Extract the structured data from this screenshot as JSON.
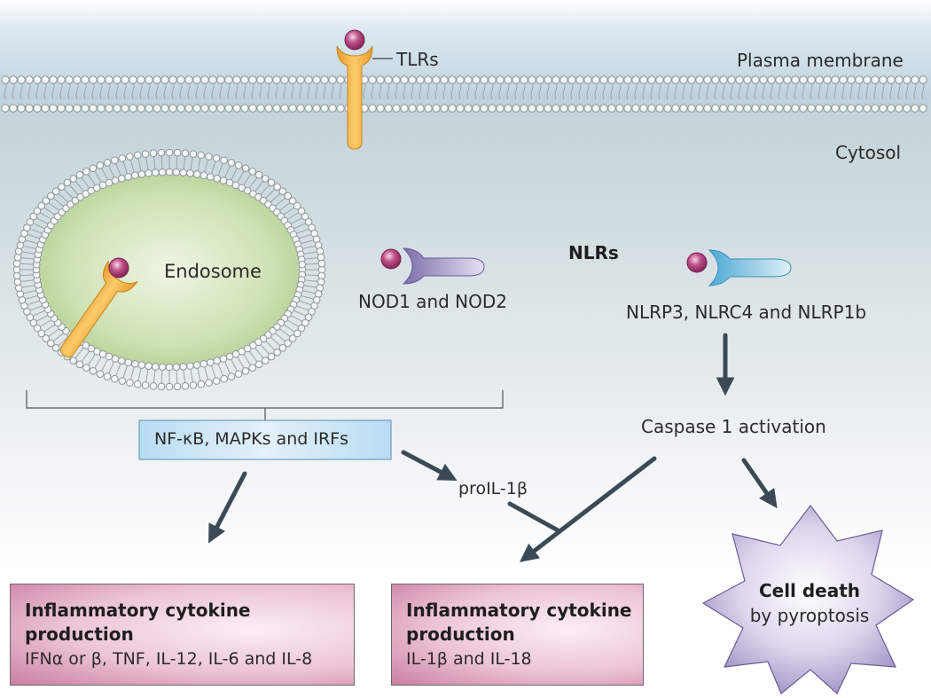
{
  "labels": {
    "tlrs": "TLRs",
    "plasma_membrane": "Plasma membrane",
    "cytosol": "Cytosol",
    "endosome": "Endosome",
    "nlrs": "NLRs",
    "nod": "NOD1 and NOD2",
    "nlrp": "NLRP3, NLRC4 and NLRP1b",
    "transcription_factors": "NF-κB, MAPKs and IRFs",
    "caspase": "Caspase 1 activation",
    "proil": "proIL-1β"
  },
  "outcomes": {
    "left": {
      "title": "Inflammatory cytokine production",
      "detail": "IFNα or β, TNF, IL-12, IL-6 and IL-8"
    },
    "middle": {
      "title": "Inflammatory cytokine production",
      "detail": "IL-1β and IL-18"
    },
    "death": {
      "title": "Cell death",
      "detail": "by pyroptosis"
    }
  },
  "colors": {
    "receptor": "#f2b548",
    "ligand": "#c0508a",
    "nod_receptor": "#9d8fc2",
    "nlrp_receptor": "#8cc8e4",
    "endosome_fill": "#cfe2b3",
    "tf_box": "#cfe6f5",
    "arrow": "#3c4a55"
  }
}
